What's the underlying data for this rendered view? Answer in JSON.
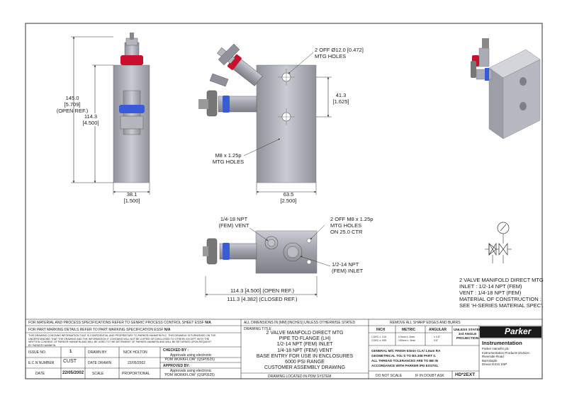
{
  "views": {
    "side": {
      "overall_height": "145.0",
      "overall_height_in": "[5.709]",
      "overall_height_note": "(OPEN REF.)",
      "body_height": "114.3",
      "body_height_in": "[4.500]",
      "width": "38.1",
      "width_in": "[1.500]"
    },
    "front": {
      "mtg_holes_top_1": "2 OFF Ø12.0 [0.472]",
      "mtg_holes_top_2": "MTG HOLES",
      "spacing": "41.3",
      "spacing_in": "[1.625]",
      "thread_1": "M8 x 1.25p",
      "thread_2": "MTG HOLES",
      "width": "63.5",
      "width_in": "[2.500]"
    },
    "plan": {
      "vent_1": "1/4-18 NPT",
      "vent_2": "(FEM) VENT",
      "mtg_1": "2 OFF M8 x 1.25p",
      "mtg_2": "MTG HOLES",
      "mtg_3": "ON 25.0 CTR",
      "inlet_1": "1/2-14 NPT",
      "inlet_2": "(FEM) INLET",
      "length_open": "114.3 [4.500] (OPEN REF.)",
      "length_closed": "111.3 [4.382] (CLOSED REF.)"
    }
  },
  "notes": [
    "2 VALVE MANIFOLD DIRECT MTG",
    "INLET : 1/2-14 NPT (FEM)",
    "VENT : 1/4-18 NPT (FEM)",
    "MATERIAL OF CONSTRUCTION :",
    "SEE 'H-SERIES MATERIAL SPEC'."
  ],
  "title_block": {
    "spec_line": "FOR MATERIAL AND PROCESS SPECIFICATIONS REFER TO GENRIC PROCESS CONTROL SHEET ESSF",
    "spec_value": "N/A",
    "marking_line": "FOR PART MARKING DETAILS REFER TO PART MARKING SPECIFICATION ESSF",
    "marking_value": "N/A",
    "dims_note": "ALL DIMENSIONS IN [MM] [INCHES] UNLESS OTHERWISE STATED",
    "remove_note": "REMOVE ALL SHARP EDGES AND BURRS",
    "confidential_1": "THIS DRAWING CONTAINS INFORMATION THAT IS CONFIDENTIAL AND PROPRIETARY TO PARKER HANNIFIN PLC. THIS DRAWING IS FURNISHED ON THE",
    "confidential_2": "UNDERSTANDING THAT THE DRAWING AND THE INFORMATION IT CONTAINS WILL NOT BE COPIED OR DISCLOSED TO OTHERS EXCEPT WITH THE",
    "confidential_3": "WRITTEN CONSENT OF PARKER HANNIFIN AND WILL BE USED TO THE DETRIMENT OF PARKER HANNIFIN AND WILL BE RETURNED UPON REQUEST",
    "confidential_4": "BY PARKER HANNIFIN.",
    "issue_label": "ISSUE NO.",
    "issue_value": "1",
    "drawn_by_label": "DRAWN BY",
    "drawn_by_value": "NICK HOLTON",
    "ecn_label": "E.C.N NUMBER",
    "ecn_value": "CUST",
    "date_drawn_label": "DATE DRAWN",
    "date_drawn_value": "22/05/2002",
    "date_label": "DATE",
    "date_value": "22/05/2002",
    "scale_label": "SCALE",
    "scale_value": "PROPORTIONAL",
    "checked_label": "CHECKED BY :",
    "checked_1": "Approvals using electronic",
    "checked_2": "'PDM WORKFLOW' (QSP0525)",
    "approved_label": "APPROVED BY:",
    "approved_1": "Approvals using electronic",
    "approved_2": "'PDM WORKFLOW' (QSP0525)",
    "drawing_title_label": "DRAWING TITLE",
    "title_lines": [
      "2 VALVE MANFOLD DIRECT MTG",
      "PIPE TO FLANGE (LH)",
      "1/2-14 NPT (FEM) INLET",
      "1/4-18 NPT (FEM) VENT",
      "BASE ENTRY FOR USE IN ENCLOSURES",
      "6000 PSI RANGE",
      "CUSTOMER ASSEMBLY DRAWING"
    ],
    "pdm_note": "DRAWING LOCATED IN PDM SYSTEM",
    "tol_inch": "INCH",
    "tol_metric": "METRIC",
    "tol_angular": "ANGULAR",
    "tol_inch_1": "1 DEC ± .010",
    "tol_inch_2": "2 DEC ± .005",
    "tol_metric_1": "0.5mm ± .3mm",
    "tol_metric_2": "100mm ± .5mm",
    "tol_ang_1": "± 0.5°",
    "tol_ang_2": "0.5°",
    "finish_1": "GENERAL M/C FINISH 63min CLA/ 1.6um RA",
    "finish_2": "GEOMETRICAL TOL'S TO BS.308 PART 3.",
    "finish_3": "ALL THREAD TOLERANCES ARE TO BE IN",
    "finish_4": "ACCORDANCE WITH PARKER IPD ESS701.",
    "unless_1": "UNLESS STATED",
    "unless_2": "3rd ANGLE",
    "unless_3": "PROJECTION",
    "do_not_scale": "DO NOT SCALE",
    "if_in_doubt": "IF IN DOUBT ASK",
    "drawing_number": "HD*2EXT",
    "brand": "Parker",
    "division": "Instrumentation",
    "address_1": "Parker Hannifin plc",
    "address_2": "Instrumentation Products Division",
    "address_3": "Riverside Road",
    "address_4": "Barnstaple",
    "address_5": "Devon EX31 1NP"
  },
  "colors": {
    "metal": "#a8abb2",
    "metal_dark": "#7a7d84",
    "red_ring": "#c8102e",
    "blue_ring": "#3a5bd9",
    "line": "#333333"
  }
}
